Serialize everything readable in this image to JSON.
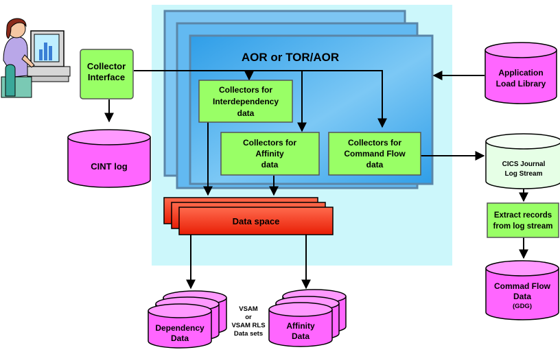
{
  "regions": {
    "aor_title": "AOR or TOR/AOR",
    "data_space": "Data space"
  },
  "boxes": {
    "collector_interface": [
      "Collector",
      "Interface"
    ],
    "interdependency": [
      "Collectors for",
      "Interdependency",
      "data"
    ],
    "affinity_collectors": [
      "Collectors for",
      "Affinity",
      "data"
    ],
    "command_flow_collectors": [
      "Collectors for",
      "Command Flow",
      "data"
    ],
    "extract_records": [
      "Extract records",
      "from log stream"
    ]
  },
  "cylinders": {
    "cint_log": [
      "CINT log"
    ],
    "application_load_library": [
      "Application",
      "Load Library"
    ],
    "cics_journal": [
      "CICS Journal",
      "Log Stream"
    ],
    "command_flow_data": [
      "Commad Flow",
      "Data"
    ],
    "command_flow_data_sub": "(GDG)",
    "dependency_data": [
      "Dependency",
      "Data"
    ],
    "affinity_data": [
      "Affinity",
      "Data"
    ]
  },
  "labels": {
    "vsam": [
      "VSAM",
      "or",
      "VSAM RLS",
      "Data sets"
    ]
  },
  "colors": {
    "light_cyan_bg": "#ccf7fb",
    "aor_blue": "#4eb2f0",
    "collector_green": "#99ff66",
    "cylinder_magenta": "#ff66ff",
    "cics_cylinder": "#e6ffe6",
    "data_space_red": "#ff3b24"
  },
  "icons": [
    "user-at-computer-icon"
  ]
}
